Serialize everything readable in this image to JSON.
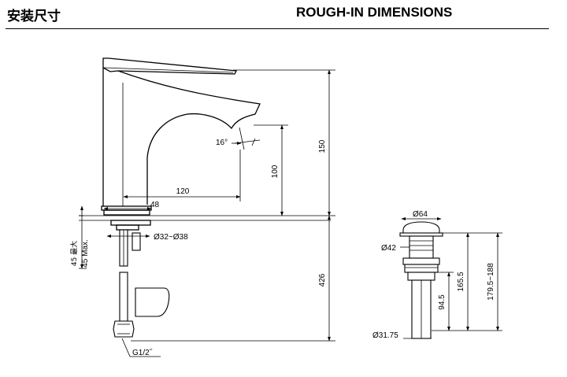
{
  "header": {
    "title_cn": "安装尺寸",
    "title_en": "ROUGH-IN DIMENSIONS"
  },
  "faucet": {
    "dim_height": "150",
    "dim_spout_height": "100",
    "dim_reach": "120",
    "dim_base": "48",
    "dim_angle": "16°",
    "dim_hole": "Ø32~Ø38",
    "dim_thickness_cn": "45 最大",
    "dim_thickness_en": "45 Max.",
    "dim_below": "426",
    "thread": "G1/2˝"
  },
  "drain": {
    "dim_cap": "Ø64",
    "dim_body": "Ø42",
    "dim_pipe": "Ø31.75",
    "dim_tail": "94.5",
    "dim_mid": "165.5",
    "dim_total": "179.5~188"
  }
}
